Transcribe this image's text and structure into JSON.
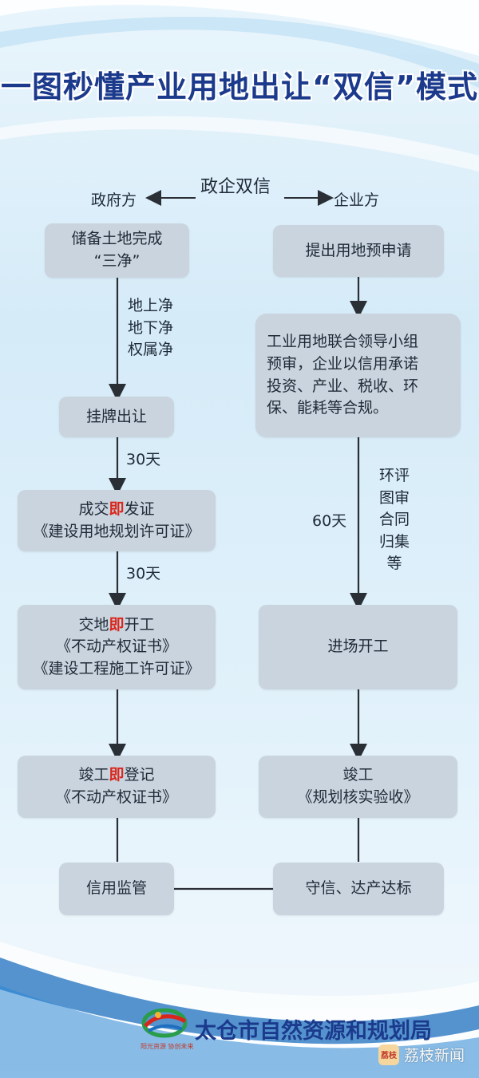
{
  "title": "一图秒懂产业用地出让“双信”模式",
  "header": {
    "center": "政企双信",
    "gov_side": "政府方",
    "ent_side": "企业方"
  },
  "gov": {
    "box1": {
      "line1": "储备土地完成",
      "line2": "“三净”"
    },
    "label_checks": [
      "地上净",
      "地下净",
      "权属净"
    ],
    "box2": "挂牌出让",
    "label_30_a": "30天",
    "box3": {
      "pre": "成交",
      "highlight": "即",
      "post": "发证",
      "line2": "《建设用地规划许可证》"
    },
    "label_30_b": "30天",
    "box4": {
      "pre": "交地",
      "highlight": "即",
      "post": "开工",
      "line2": "《不动产权证书》",
      "line3": "《建设工程施工许可证》"
    },
    "box5": {
      "pre": "竣工",
      "highlight": "即",
      "post": "登记",
      "line2": "《不动产权证书》"
    },
    "box6": "信用监管"
  },
  "ent": {
    "box1": "提出用地预申请",
    "box2": [
      "工业用地联合领导小组",
      "预审，企业以信用承诺",
      "投资、产业、税收、环",
      "保、能耗等合规。"
    ],
    "label_60": "60天",
    "label_steps": [
      "环评",
      "图审",
      "合同",
      "归集",
      "等"
    ],
    "box3": "进场开工",
    "box4": {
      "line1": "竣工",
      "line2": "《规划核实验收》"
    },
    "box5": "守信、达产达标"
  },
  "footer": {
    "org": "太仓市自然资源和规划局",
    "slogan": "阳光资源  协创未来",
    "watermark": "荔枝新闻",
    "watermark_icon": "荔枝"
  },
  "colors": {
    "title": "#1b3a8c",
    "box": "#c9d4de",
    "highlight": "#d9261c",
    "line": "#2a2f36"
  }
}
